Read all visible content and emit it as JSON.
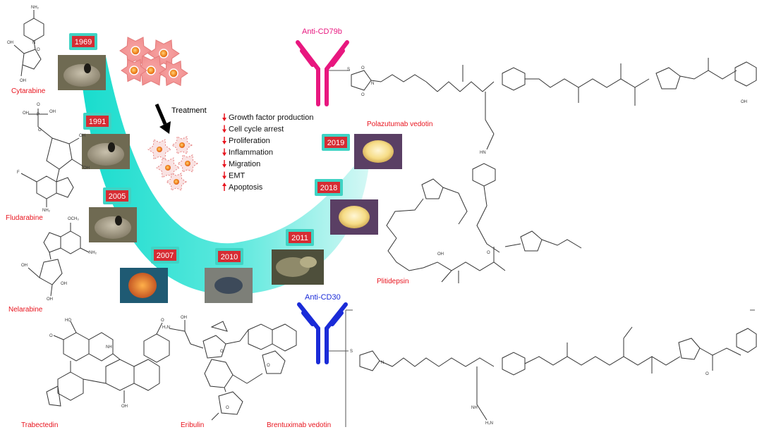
{
  "colors": {
    "drug_name": "#e8141e",
    "anti_cd79b": "#e8177f",
    "anti_cd30": "#1a2bd8",
    "band": "#2ee6d6",
    "year_box": "#d62c33",
    "year_frame": "#3fd3c4",
    "arrow": "#e8141e",
    "line": "#333333"
  },
  "drugs": {
    "cytarabine": "Cytarabine",
    "fludarabine": "Fludarabine",
    "nelarabine": "Nelarabine",
    "trabectedin": "Trabectedin",
    "eribulin": "Eribulin",
    "brentuximab": "Brentuximab vedotin",
    "polatuzumab": "Polazutumab vedotin",
    "plitidepsin": "Plitidepsin"
  },
  "antibodies": {
    "top": "Anti-CD79b",
    "bottom": "Anti-CD30"
  },
  "years": [
    "1969",
    "1991",
    "2005",
    "2007",
    "2010",
    "2011",
    "2018",
    "2019"
  ],
  "treatment": "Treatment",
  "effects": [
    {
      "dir": "down",
      "label": "Growth factor production"
    },
    {
      "dir": "down",
      "label": "Cell cycle arrest"
    },
    {
      "dir": "down",
      "label": "Proliferation"
    },
    {
      "dir": "down",
      "label": "Inflammation"
    },
    {
      "dir": "down",
      "label": "Migration"
    },
    {
      "dir": "down",
      "label": "EMT"
    },
    {
      "dir": "up",
      "label": "Apoptosis"
    }
  ],
  "atoms": {
    "nh2": "NH₂",
    "oh": "OH",
    "ho": "HO",
    "o": "O",
    "n": "N",
    "f": "F",
    "p": "P",
    "s": "S",
    "och3": "OCH₃",
    "h2n": "H₂N",
    "nh": "NH",
    "hn": "HN",
    "h": "H"
  }
}
